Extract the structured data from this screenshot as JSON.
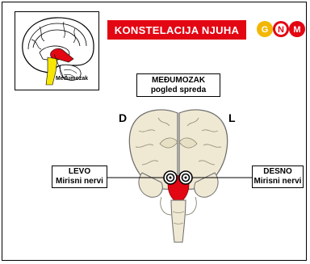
{
  "header": {
    "title": "KONSTELACIJA NJUHA"
  },
  "logo": {
    "letters": [
      "G",
      "N",
      "M"
    ],
    "colors": [
      "#f2b705",
      "#e30613",
      "#e30613"
    ]
  },
  "thumbnail": {
    "label": "Međumozak"
  },
  "view_label": {
    "line1": "MEĐUMOZAK",
    "line2": "pogled spreda"
  },
  "sides": {
    "left": "D",
    "right": "L"
  },
  "callouts": {
    "left": {
      "line1": "LEVO",
      "line2": "Mirisni nervi"
    },
    "right": {
      "line1": "DESNO",
      "line2": "Mirisni nervi"
    }
  },
  "colors": {
    "accent": "#e30613",
    "highlight": "#f7e600",
    "brain_fill": "#efe9d4"
  }
}
